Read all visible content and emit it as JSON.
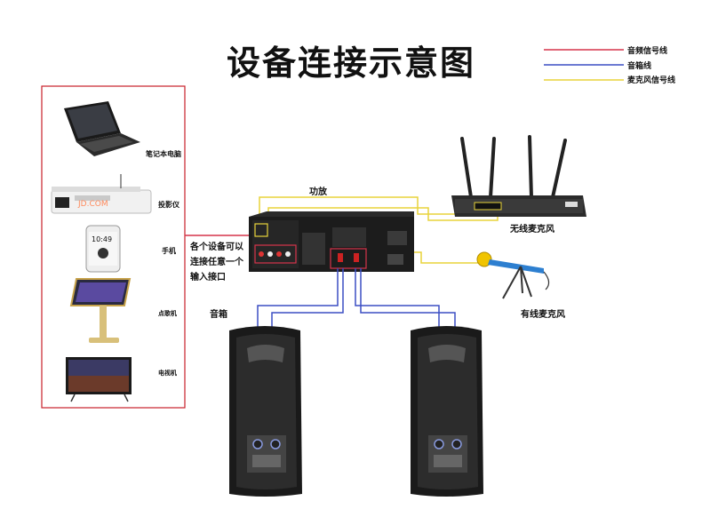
{
  "title": "设备连接示意图",
  "legend": [
    {
      "label": "音频信号线",
      "color": "#d6334a"
    },
    {
      "label": "音箱线",
      "color": "#3b4ec4"
    },
    {
      "label": "麦克风信号线",
      "color": "#e8d43a"
    }
  ],
  "sources": {
    "laptop": "笔记本电脑",
    "projector": "投影仪",
    "phone": "手机",
    "kiosk": "点歌机",
    "tv": "电视机"
  },
  "amplifier": "功放",
  "wireless_mic": "无线麦克风",
  "wired_mic": "有线麦克风",
  "speakers": "音箱",
  "note": [
    "各个设备可以",
    "连接任意一个",
    "输入接口"
  ],
  "phone_time": "10:49",
  "colors": {
    "frame": "#c8202a",
    "audio": "#d6334a",
    "speaker": "#3b4ec4",
    "mic": "#e8d43a"
  }
}
